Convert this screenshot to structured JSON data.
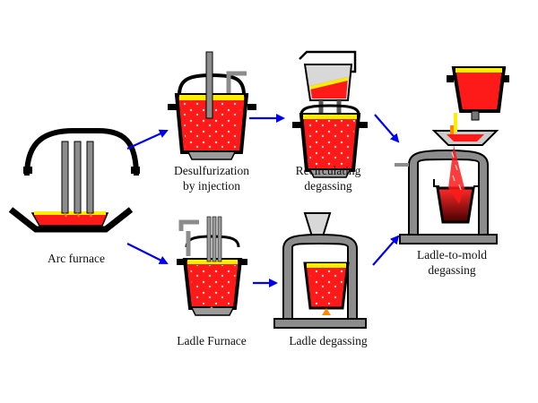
{
  "labels": {
    "arc_furnace": "Arc furnace",
    "desulfurization_1": "Desulfurization",
    "desulfurization_2": "by injection",
    "recirculating_1": "Recirculating",
    "recirculating_2": "degassing",
    "ladle_furnace": "Ladle Furnace",
    "ladle_degassing": "Ladle degassing",
    "ladle_to_mold_1": "Ladle-to-mold",
    "ladle_to_mold_2": "degassing"
  },
  "colors": {
    "steel_red": "#ff1a1a",
    "slag_yellow": "#ffee00",
    "orange": "#ff8800",
    "vessel_gray": "#8c8c8c",
    "outline": "#000000",
    "arrow_blue": "#0000ee"
  }
}
